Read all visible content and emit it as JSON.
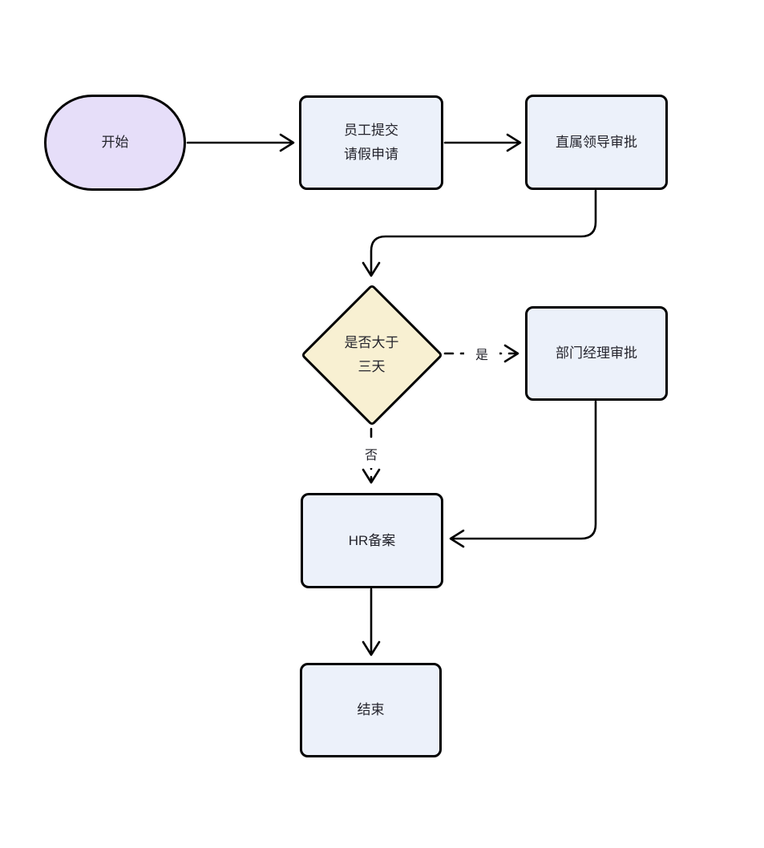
{
  "theme": {
    "canvas_bg": "#ffffff",
    "stroke_color": "#000000",
    "text_color": "#24242c",
    "stadium_fill": "#e6def9",
    "process_fill": "#ecf1fa",
    "decision_fill": "#f8f0d2",
    "label_bg": "#ffffff"
  },
  "flowchart": {
    "nodes": {
      "start": {
        "type": "stadium",
        "label": "开始"
      },
      "submit": {
        "type": "process",
        "line1": "员工提交",
        "line2": "请假申请"
      },
      "leader": {
        "type": "process",
        "label": "直属领导审批"
      },
      "decision": {
        "type": "decision",
        "line1": "是否大于",
        "line2": "三天"
      },
      "manager": {
        "type": "process",
        "label": "部门经理审批"
      },
      "hr": {
        "type": "process",
        "label": "HR备案"
      },
      "end": {
        "type": "process",
        "label": "结束"
      }
    },
    "edge_labels": {
      "yes": "是",
      "no": "否"
    }
  }
}
